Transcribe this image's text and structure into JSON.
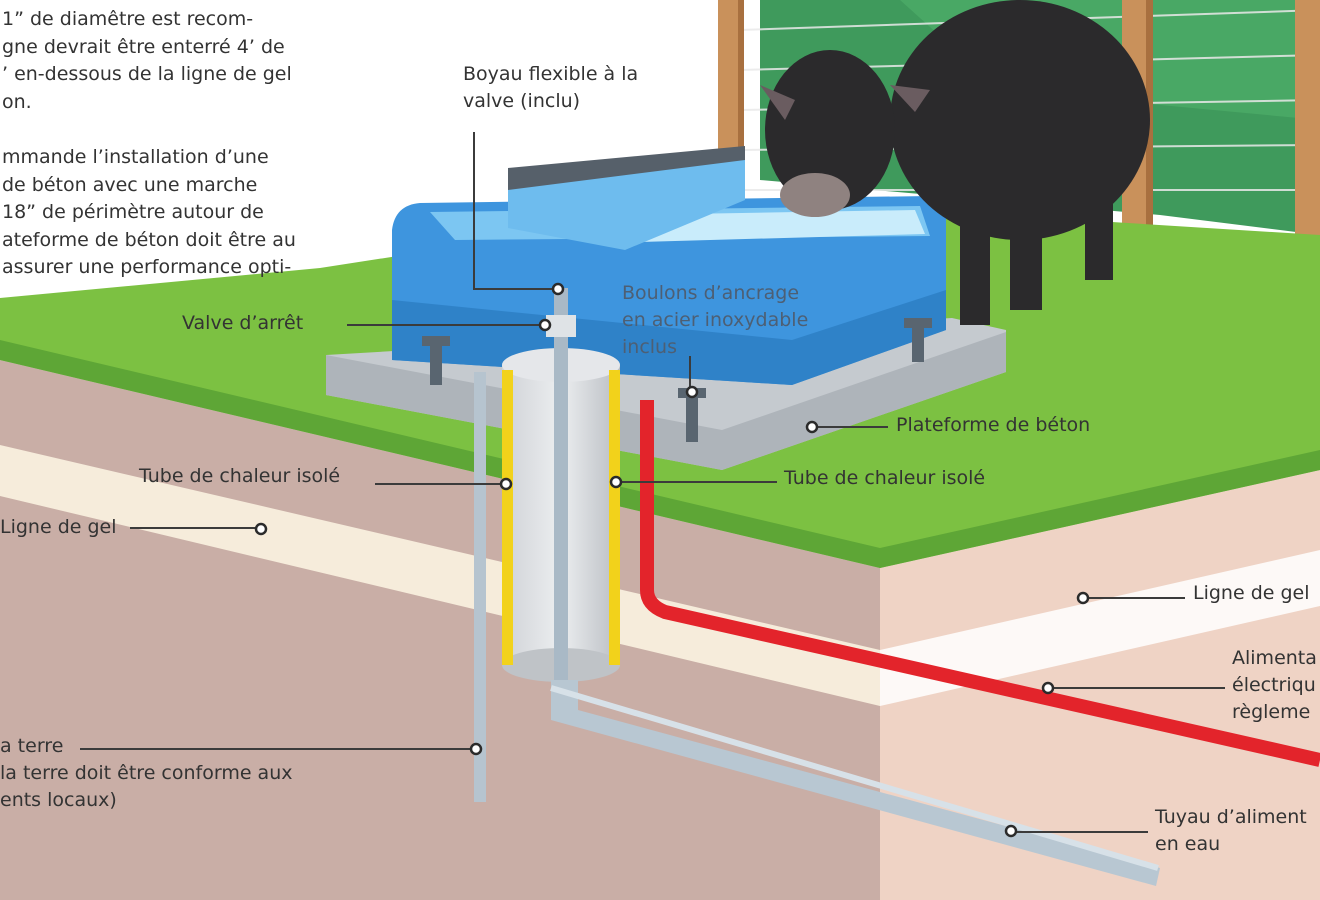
{
  "intro": {
    "lines_a": [
      "1” de diamêtre est recom-",
      "gne devrait être enterré 4’ de",
      "’ en-dessous de la ligne de gel",
      "on."
    ],
    "lines_b": [
      "mmande l’installation d’une",
      "de béton avec une marche",
      " 18” de périmètre autour de",
      "ateforme de béton doit être au",
      "assurer une performance opti-"
    ]
  },
  "labels": {
    "boyau": [
      "Boyau flexible à la",
      "valve (inclu)"
    ],
    "valve": "Valve d’arrêt",
    "boulons": [
      "Boulons d’ancrage",
      "en acier inoxydable",
      "inclus"
    ],
    "plateforme": "Plateforme de béton",
    "tube_left": "Tube de chaleur isolé",
    "tube_right": "Tube de chaleur isolé",
    "gel_left": "Ligne de gel",
    "gel_right": "Ligne de gel",
    "alimentation": [
      "Alimenta",
      "électriqu",
      "règleme"
    ],
    "terre": [
      "a terre",
      "la terre doit être conforme aux",
      "ents locaux)"
    ],
    "tuyau": [
      "Tuyau d’aliment",
      "en eau"
    ]
  },
  "colors": {
    "grass": "#7cc142",
    "water_unit": "#3e95de",
    "heat_tube_stripe": "#f2d21b",
    "electric_line": "#e3242b",
    "soil": "#c8aca3"
  }
}
